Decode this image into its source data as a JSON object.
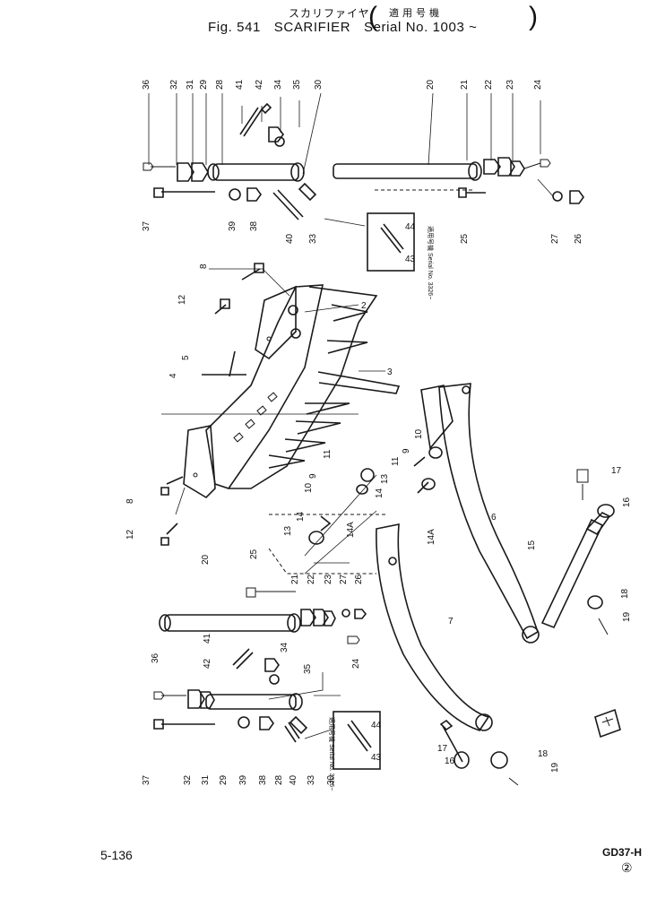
{
  "header": {
    "japanese_title": "スカリファイヤ",
    "japanese_serial_label": "適用号機",
    "figure": "Fig. 541",
    "title": "SCARIFIER",
    "serial": "Serial No. 1003 ~"
  },
  "labels": {
    "inset_note": "適用号機 Serial No. 3326~",
    "part_numbers": [
      "2",
      "3",
      "4",
      "5",
      "6",
      "7",
      "8",
      "9",
      "10",
      "11",
      "12",
      "13",
      "14",
      "14A",
      "15",
      "16",
      "17",
      "18",
      "19",
      "20",
      "21",
      "22",
      "23",
      "24",
      "25",
      "26",
      "27",
      "28",
      "29",
      "30",
      "31",
      "32",
      "33",
      "34",
      "35",
      "36",
      "37",
      "38",
      "39",
      "40",
      "41",
      "42",
      "43",
      "44"
    ]
  },
  "footer": {
    "page": "5-136",
    "model": "GD37-H",
    "revision": "②"
  }
}
